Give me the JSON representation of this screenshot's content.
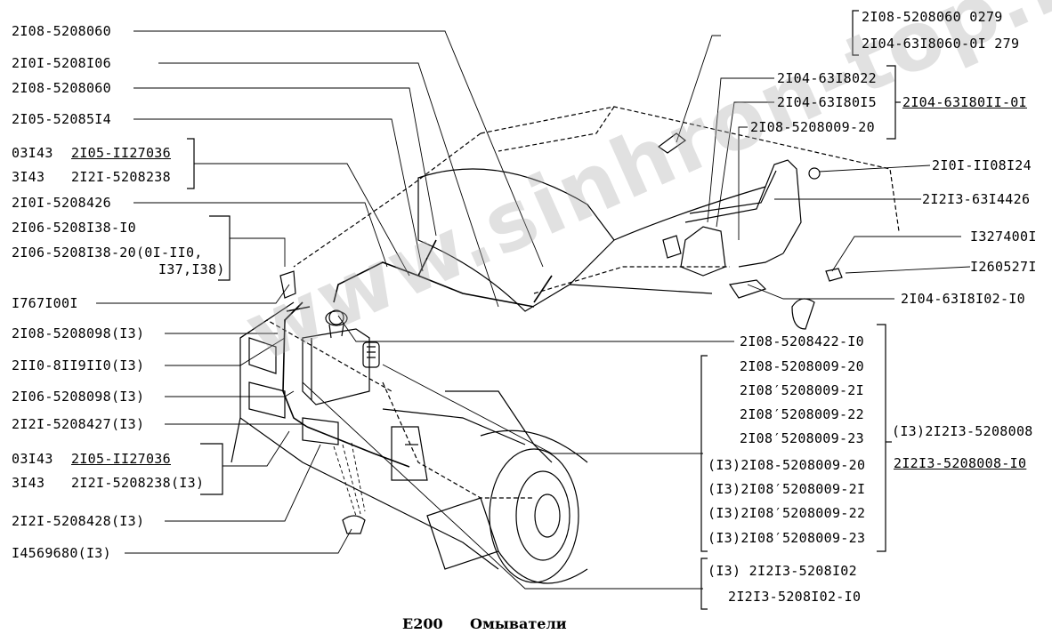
{
  "labels": {
    "l_left_1": "2I08-5208060",
    "l_left_2": "2I0I-5208I06",
    "l_left_3": "2I08-5208060",
    "l_left_4": "2I05-52085I4",
    "l_left_5a": "03I43",
    "l_left_5b": "2I05-II27036",
    "l_left_6a": "3I43",
    "l_left_6b": "2I2I-5208238",
    "l_left_7": "2I0I-5208426",
    "l_left_8": "2I06-5208I38-I0",
    "l_left_9": "2I06-5208I38-20(0I-II0,",
    "l_left_10": "I37,I38)",
    "l_left_11": "I767I00I",
    "l_left_12": "2I08-5208098(I3)",
    "l_left_13": "2II0-8II9II0(I3)",
    "l_left_14": "2I06-5208098(I3)",
    "l_left_15": "2I2I-5208427(I3)",
    "l_left_16a": "03I43",
    "l_left_16b": "2I05-II27036",
    "l_left_17a": "3I43",
    "l_left_17b": "2I2I-5208238(I3)",
    "l_left_18": "2I2I-5208428(I3)",
    "l_left_19": "I4569680(I3)",
    "r_top_1": "2I08-5208060    0279",
    "r_top_2": "2I04-63I8060-0I 279",
    "r_2": "2I04-63I8022",
    "r_3": "2I04-63I80I5",
    "r_3_group": "2I04-63I80II-0I",
    "r_4": "2I08-5208009-20",
    "r_5": "2I0I-II08I24",
    "r_6": "2I2I3-63I4426",
    "r_7": "I327400I",
    "r_8": "I260527I",
    "r_9": "2I04-63I8I02-I0",
    "r_10": "2I08-5208422-I0",
    "r_11": "2I08-5208009-20",
    "r_12": "2I08′5208009-2I",
    "r_13": "2I08′5208009-22",
    "r_14": "2I08′5208009-23",
    "r_15": "(I3)2I08-5208009-20",
    "r_16": "(I3)2I08′5208009-2I",
    "r_17": "(I3)2I08′5208009-22",
    "r_18": "(I3)2I08′5208009-23",
    "r_group1": "(I3)2I2I3-5208008",
    "r_group2": "2I2I3-5208008-I0",
    "r_19": "(I3)   2I2I3-5208I02",
    "r_20": "2I2I3-5208I02-I0"
  },
  "caption": {
    "code": "E200",
    "title": "Омыватели"
  },
  "watermark": "www.sinhron-top.kz"
}
